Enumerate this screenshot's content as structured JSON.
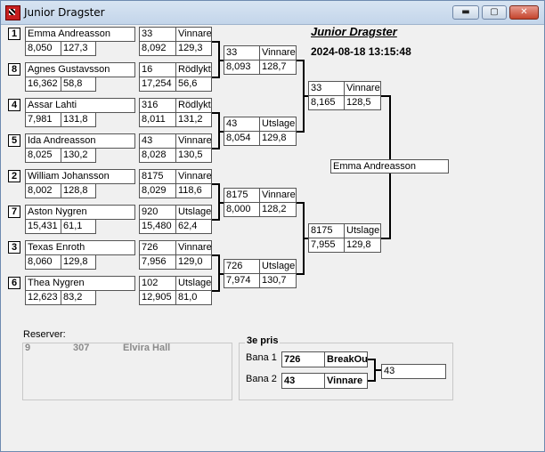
{
  "window": {
    "title": "Junior Dragster",
    "min_label": "▬",
    "max_label": "▢",
    "close_label": "✕"
  },
  "header": {
    "title": "Junior Dragster",
    "datetime": "2024-08-18 13:15:48"
  },
  "round1": [
    {
      "seed": "1",
      "name": "Emma Andreasson",
      "rt": "8,050",
      "speed": "127,3",
      "num": "33",
      "result": "Vinnare",
      "et": "8,092",
      "mph": "129,3"
    },
    {
      "seed": "8",
      "name": "Agnes Gustavsson",
      "rt": "16,362",
      "speed": "58,8",
      "num": "16",
      "result": "Rödlykta",
      "et": "17,254",
      "mph": "56,6"
    },
    {
      "seed": "4",
      "name": "Assar Lahti",
      "rt": "7,981",
      "speed": "131,8",
      "num": "316",
      "result": "Rödlykta",
      "et": "8,011",
      "mph": "131,2"
    },
    {
      "seed": "5",
      "name": "Ida Andreasson",
      "rt": "8,025",
      "speed": "130,2",
      "num": "43",
      "result": "Vinnare",
      "et": "8,028",
      "mph": "130,5"
    },
    {
      "seed": "2",
      "name": "William Johansson",
      "rt": "8,002",
      "speed": "128,8",
      "num": "8175",
      "result": "Vinnare",
      "et": "8,029",
      "mph": "118,6"
    },
    {
      "seed": "7",
      "name": "Aston Nygren",
      "rt": "15,431",
      "speed": "61,1",
      "num": "920",
      "result": "Utslagen",
      "et": "15,480",
      "mph": "62,4"
    },
    {
      "seed": "3",
      "name": "Texas Enroth",
      "rt": "8,060",
      "speed": "129,8",
      "num": "726",
      "result": "Vinnare",
      "et": "7,956",
      "mph": "129,0"
    },
    {
      "seed": "6",
      "name": "Thea Nygren",
      "rt": "12,623",
      "speed": "83,2",
      "num": "102",
      "result": "Utslagen",
      "et": "12,905",
      "mph": "81,0"
    }
  ],
  "round2": [
    {
      "num": "33",
      "result": "Vinnare",
      "et": "8,093",
      "mph": "128,7"
    },
    {
      "num": "43",
      "result": "Utslagen",
      "et": "8,054",
      "mph": "129,8"
    },
    {
      "num": "8175",
      "result": "Vinnare",
      "et": "8,000",
      "mph": "128,2"
    },
    {
      "num": "726",
      "result": "Utslagen",
      "et": "7,974",
      "mph": "130,7"
    }
  ],
  "round3": [
    {
      "num": "33",
      "result": "Vinnare",
      "et": "8,165",
      "mph": "128,5"
    },
    {
      "num": "8175",
      "result": "Utslagen",
      "et": "7,955",
      "mph": "129,8"
    }
  ],
  "winner": "Emma Andreasson",
  "reserves": {
    "label": "Reserver:",
    "items": [
      {
        "pos": "9",
        "num": "307",
        "name": "Elvira Hall"
      }
    ]
  },
  "third": {
    "label": "3e pris",
    "lane1": {
      "label": "Bana 1",
      "num": "726",
      "result": "BreakOut"
    },
    "lane2": {
      "label": "Bana 2",
      "num": "43",
      "result": "Vinnare"
    },
    "winner": "43"
  }
}
